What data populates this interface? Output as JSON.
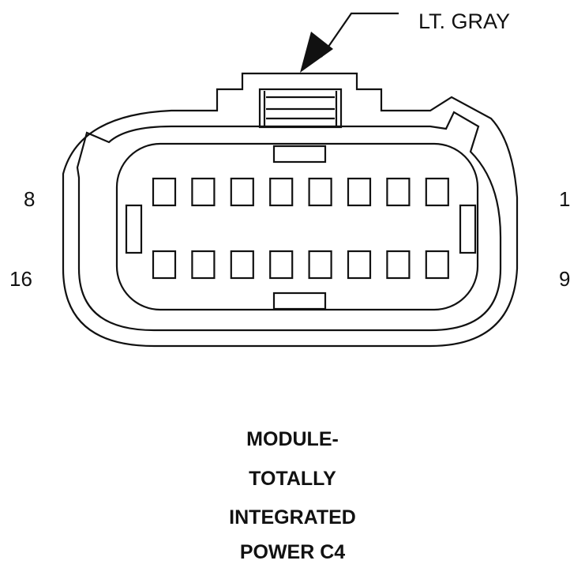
{
  "callout": {
    "color_label": "LT. GRAY"
  },
  "pin_labels": {
    "top_left": "8",
    "top_right": "1",
    "bottom_left": "16",
    "bottom_right": "9"
  },
  "caption": {
    "lines": [
      "MODULE-",
      "TOTALLY",
      "INTEGRATED",
      "POWER C4"
    ]
  },
  "connector": {
    "top_row_cavities": 8,
    "bottom_row_cavities": 8
  },
  "colors": {
    "line": "#111111",
    "background": "#ffffff"
  }
}
